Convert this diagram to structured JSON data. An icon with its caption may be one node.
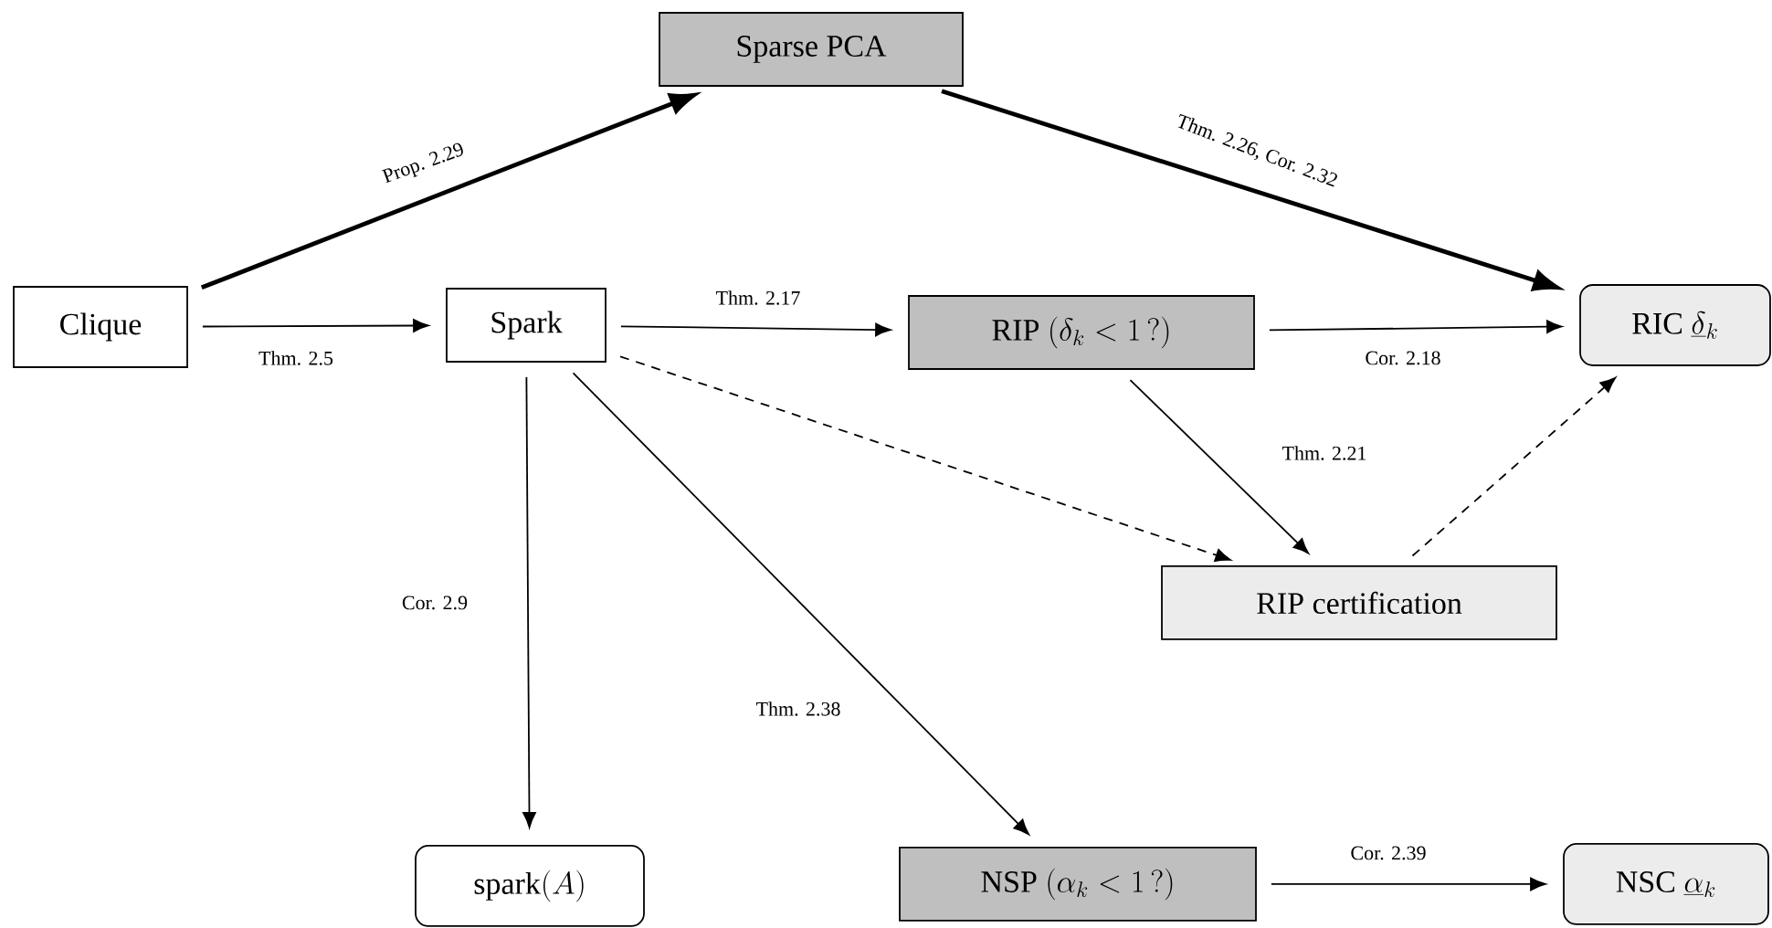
{
  "diagram": {
    "nodes": [
      {
        "text": [
          "Sparse PCA"
        ]
      },
      {
        "text": [
          "Clique"
        ]
      },
      {
        "text": [
          "Spark"
        ]
      },
      {
        "text": [
          "\\mathrm{RIP}\\ (\\delta_k < 1\\,?)"
        ]
      },
      {
        "text": [
          "\\mathrm{RIC}\\ \\underline{\\delta}_k"
        ]
      },
      {
        "text": [
          "RIP certification"
        ]
      },
      {
        "text": [
          "\\mathrm{spark}(A)"
        ]
      },
      {
        "text": [
          "\\mathrm{NSP}\\ (\\alpha_k < 1\\,?)"
        ]
      },
      {
        "text": [
          "\\mathrm{NSC}\\ \\underline{\\alpha}_k"
        ]
      }
    ],
    "edges": [
      {
        "from": 1,
        "to": 0,
        "arrow": "to",
        "label": "Prop. 2.29",
        "style": "thick"
      },
      {
        "from": 0,
        "to": 4,
        "arrow": "to",
        "label": "Thm. 2.26, Cor. 2.32",
        "style": "thick"
      },
      {
        "from": 1,
        "to": 2,
        "arrow": "to",
        "label": "Thm. 2.5"
      },
      {
        "from": 2,
        "to": 3,
        "arrow": "to",
        "label": "Thm. 2.17"
      },
      {
        "from": 3,
        "to": 4,
        "arrow": "to",
        "label": "Cor. 2.18"
      },
      {
        "from": 3,
        "to": 5,
        "arrow": "to",
        "label": "Thm. 2.21"
      },
      {
        "from": 2,
        "to": 5,
        "arrow": "to",
        "style": "dashed"
      },
      {
        "from": 5,
        "to": 4,
        "arrow": "to",
        "style": "dashed"
      },
      {
        "from": 2,
        "to": 6,
        "arrow": "to",
        "label": "Cor. 2.9"
      },
      {
        "from": 2,
        "to": 7,
        "arrow": "to",
        "label": "Thm. 2.38"
      },
      {
        "from": 7,
        "to": 8,
        "arrow": "to",
        "label": "Cor. 2.39"
      }
    ]
  }
}
